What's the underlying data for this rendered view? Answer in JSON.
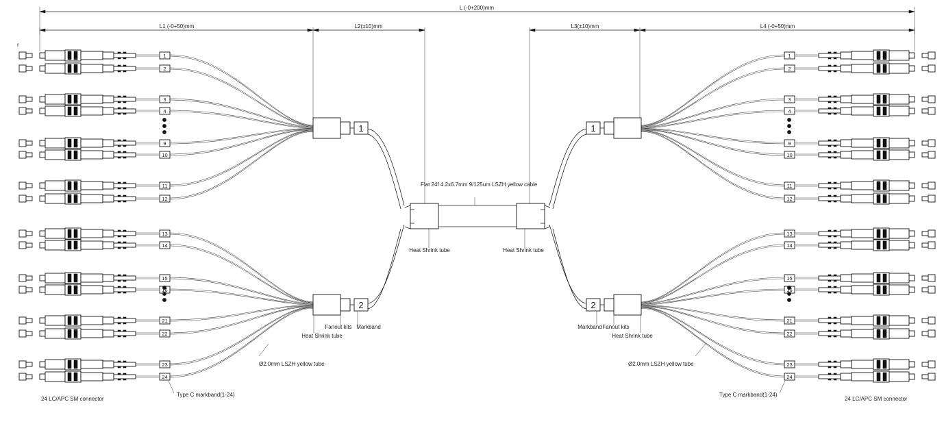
{
  "dimensions": {
    "overall": "L (-0+200)mm",
    "l1": "L1 (-0+50)mm",
    "l2": "L2(±10)mm",
    "l3": "L3(±10)mm",
    "l4": "L4 (-0+50)mm"
  },
  "labels": {
    "cable": "Flat 24f 4.2x6.7mm  9/125um  LSZH yellow cable",
    "heat_shrink_center_left": "Heat Shrink tube",
    "heat_shrink_center_right": "Heat Shrink tube",
    "fanout_left": "Fanout kits",
    "fanout_right": "Fanout kits",
    "markband_left": "Markband",
    "markband_right": "Markband",
    "heat_shrink_fanout_left": "Heat Shrink tube",
    "heat_shrink_fanout_right": "Heat Shrink tube",
    "tube_left": "Ø2.0mm LSZH yellow tube",
    "tube_right": "Ø2.0mm LSZH yellow tube",
    "typec_left": "Type C markband(1-24)",
    "typec_right": "Type C markband(1-24)",
    "connector_left": "24 LC/APC SM connector",
    "connector_right": "24 LC/APC SM connector",
    "corner_mark": "r"
  },
  "markbands": {
    "group1": "1",
    "group2": "2"
  },
  "fibers_left": [
    "1",
    "2",
    "3",
    "4",
    "9",
    "10",
    "11",
    "12",
    "13",
    "14",
    "15",
    "16",
    "21",
    "22",
    "23",
    "24"
  ],
  "fibers_right": [
    "1",
    "2",
    "3",
    "4",
    "9",
    "10",
    "11",
    "12",
    "13",
    "14",
    "15",
    "16",
    "21",
    "22",
    "23",
    "24"
  ]
}
